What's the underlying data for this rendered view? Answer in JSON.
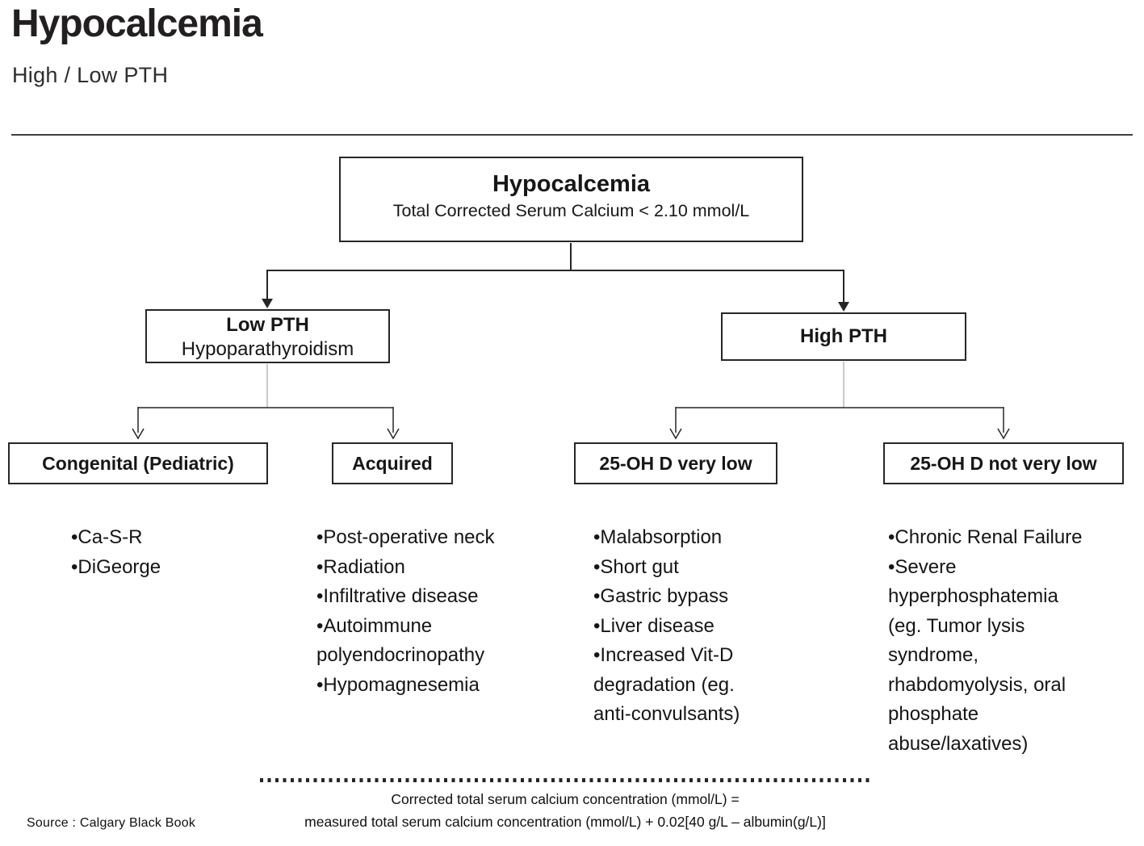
{
  "header": {
    "title": "Hypocalcemia",
    "subtitle": "High / Low PTH"
  },
  "flowchart": {
    "root": {
      "title": "Hypocalcemia",
      "subtitle": "Total Corrected Serum Calcium < 2.10 mmol/L"
    },
    "low_pth": {
      "title": "Low PTH",
      "subtitle": "Hypoparathyroidism"
    },
    "high_pth": {
      "title": "High PTH"
    },
    "columns": [
      {
        "header": "Congenital (Pediatric)",
        "items": [
          "Ca-S-R",
          "DiGeorge"
        ]
      },
      {
        "header": "Acquired",
        "items": [
          "Post-operative neck",
          "Radiation",
          "Infiltrative disease",
          "Autoimmune polyendocrinopathy",
          "Hypomagnesemia"
        ]
      },
      {
        "header": "25-OH D very low",
        "items": [
          "Malabsorption",
          "Short gut",
          "Gastric bypass",
          "Liver disease",
          "Increased Vit-D degradation (eg. anti-convulsants)"
        ]
      },
      {
        "header": "25-OH D not very low",
        "items": [
          "Chronic Renal Failure",
          "Severe hyperphosphatemia (eg. Tumor lysis syndrome, rhabdomyolysis, oral phosphate abuse/laxatives)"
        ]
      }
    ]
  },
  "footnote": {
    "formula_line1": "Corrected total serum calcium concentration (mmol/L)  =",
    "formula_line2": "measured total serum calcium concentration (mmol/L) + 0.02[40 g/L – albumin(g/L)]"
  },
  "source": "Source : Calgary Black Book",
  "colors": {
    "text": "#1b1b1b",
    "box_border": "#272727",
    "connector": "#262626",
    "connector_light": "#a8a8a8"
  }
}
